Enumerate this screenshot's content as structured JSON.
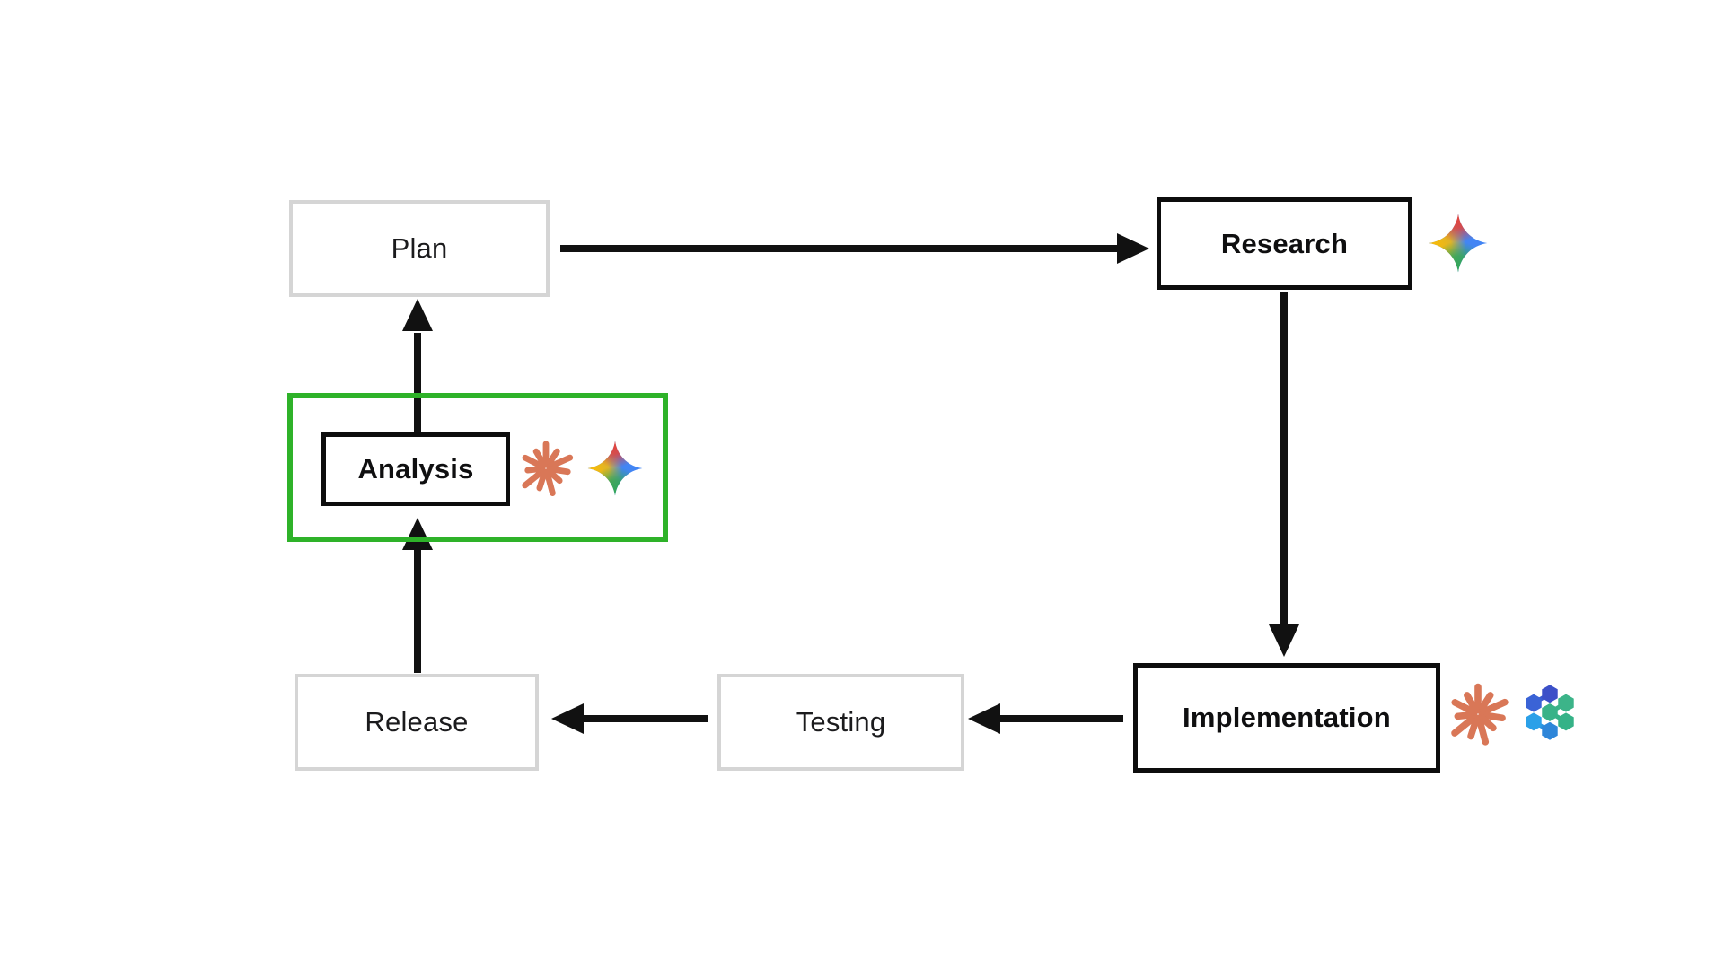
{
  "diagram": {
    "title": "",
    "background": "#ffffff",
    "nodes": {
      "plan": {
        "label": "Plan",
        "style": "gray-outline",
        "emphasized": false
      },
      "research": {
        "label": "Research",
        "style": "black-outline",
        "emphasized": true
      },
      "analysis": {
        "label": "Analysis",
        "style": "black-outline",
        "emphasized": true,
        "highlighted": true
      },
      "release": {
        "label": "Release",
        "style": "gray-outline",
        "emphasized": false
      },
      "testing": {
        "label": "Testing",
        "style": "gray-outline",
        "emphasized": false
      },
      "implementation": {
        "label": "Implementation",
        "style": "black-outline",
        "emphasized": true
      }
    },
    "edges": [
      {
        "from": "Plan",
        "to": "Research"
      },
      {
        "from": "Research",
        "to": "Implementation"
      },
      {
        "from": "Implementation",
        "to": "Testing"
      },
      {
        "from": "Testing",
        "to": "Release"
      },
      {
        "from": "Release",
        "to": "Analysis"
      },
      {
        "from": "Analysis",
        "to": "Plan"
      }
    ],
    "icons": {
      "research": [
        "gemini-icon"
      ],
      "analysis": [
        "claude-icon",
        "gemini-icon"
      ],
      "implementation": [
        "claude-icon",
        "hexagon-cluster-icon"
      ]
    },
    "colors": {
      "highlight_frame_green": "#2eb229",
      "node_border_black": "#0d0d0d",
      "node_border_gray": "#d5d5d5",
      "arrow_black": "#111111",
      "claude_coral": "#d97757",
      "gemini_red": "#ea4335",
      "gemini_yellow": "#fbbc04",
      "gemini_green": "#34a853",
      "gemini_blue": "#4285f4",
      "hex_indigo": "#3c50c8",
      "hex_blue_mid": "#3a63d6",
      "hex_azure": "#2ba0e8",
      "hex_blue": "#2e86d9",
      "hex_green": "#35b287"
    }
  }
}
